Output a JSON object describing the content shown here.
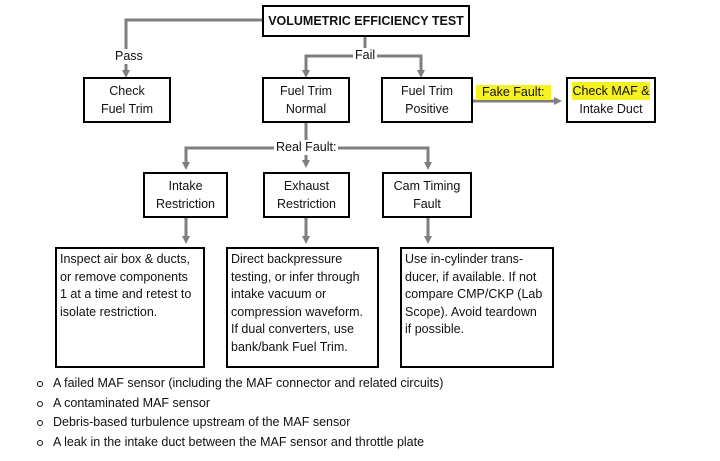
{
  "diagram": {
    "title": "VOLUMETRIC EFFICIENCY TEST",
    "labels": {
      "pass": "Pass",
      "fail": "Fail",
      "fake_fault": "Fake Fault:",
      "real_fault": "Real Fault:"
    },
    "nodes": {
      "check_fuel_trim": [
        "Check",
        "Fuel Trim"
      ],
      "fuel_trim_normal": [
        "Fuel Trim",
        "Normal"
      ],
      "fuel_trim_positive": [
        "Fuel Trim",
        "Positive"
      ],
      "check_maf": [
        "Check MAF &",
        "Intake Duct"
      ],
      "intake_restriction": [
        "Intake",
        "Restriction"
      ],
      "exhaust_restriction": [
        "Exhaust",
        "Restriction"
      ],
      "cam_timing_fault": [
        "Cam Timing",
        "Fault"
      ]
    },
    "actions": {
      "intake": [
        "Inspect air box & ducts,",
        "or remove components",
        "1 at a time and retest to",
        "isolate restriction."
      ],
      "exhaust": [
        "Direct backpressure",
        "testing, or infer through",
        "intake vacuum or",
        "compression waveform.",
        "If dual converters, use",
        "bank/bank Fuel Trim."
      ],
      "cam": [
        "Use in-cylinder trans-",
        "ducer, if available. If not",
        "compare CMP/CKP (Lab",
        "Scope). Avoid teardown",
        "if possible."
      ]
    },
    "colors": {
      "highlight": "#f6f221",
      "connector": "#7f7f7f",
      "border": "#000000"
    }
  },
  "notes": [
    "A failed MAF sensor (including the MAF connector and related circuits)",
    "A contaminated MAF sensor",
    "Debris-based turbulence upstream of the MAF sensor",
    "A leak in the intake duct between the MAF sensor and throttle plate"
  ]
}
